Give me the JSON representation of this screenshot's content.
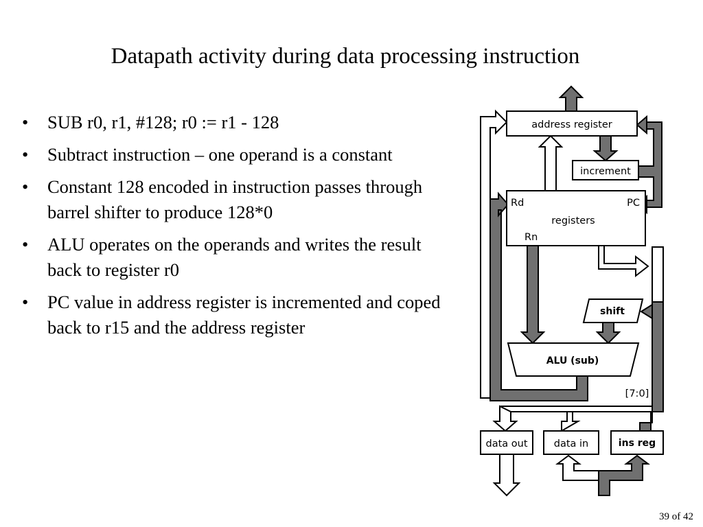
{
  "slide": {
    "title": "Datapath activity during data processing instruction",
    "bullets": [
      "SUB r0, r1, #128; r0 := r1 - 128",
      "Subtract instruction – one operand is a constant",
      "Constant 128 encoded in instruction passes through barrel shifter to produce 128*0",
      "ALU operates on the operands and writes the result back to register r0",
      "PC value in address register is incremented and coped back to r15 and the address register"
    ],
    "page_number": "39 of 42"
  },
  "diagram": {
    "address_register": "address register",
    "increment": "increment",
    "registers": "registers",
    "rd": "Rd",
    "pc": "PC",
    "rn": "Rn",
    "shift": "shift",
    "alu": "ALU (sub)",
    "bits": "[7:0]",
    "data_out": "data out",
    "data_in": "data in",
    "ins_reg": "ins reg"
  },
  "colors": {
    "active_bus": "#707070",
    "inactive_bus": "#ffffff",
    "outline": "#000000"
  }
}
